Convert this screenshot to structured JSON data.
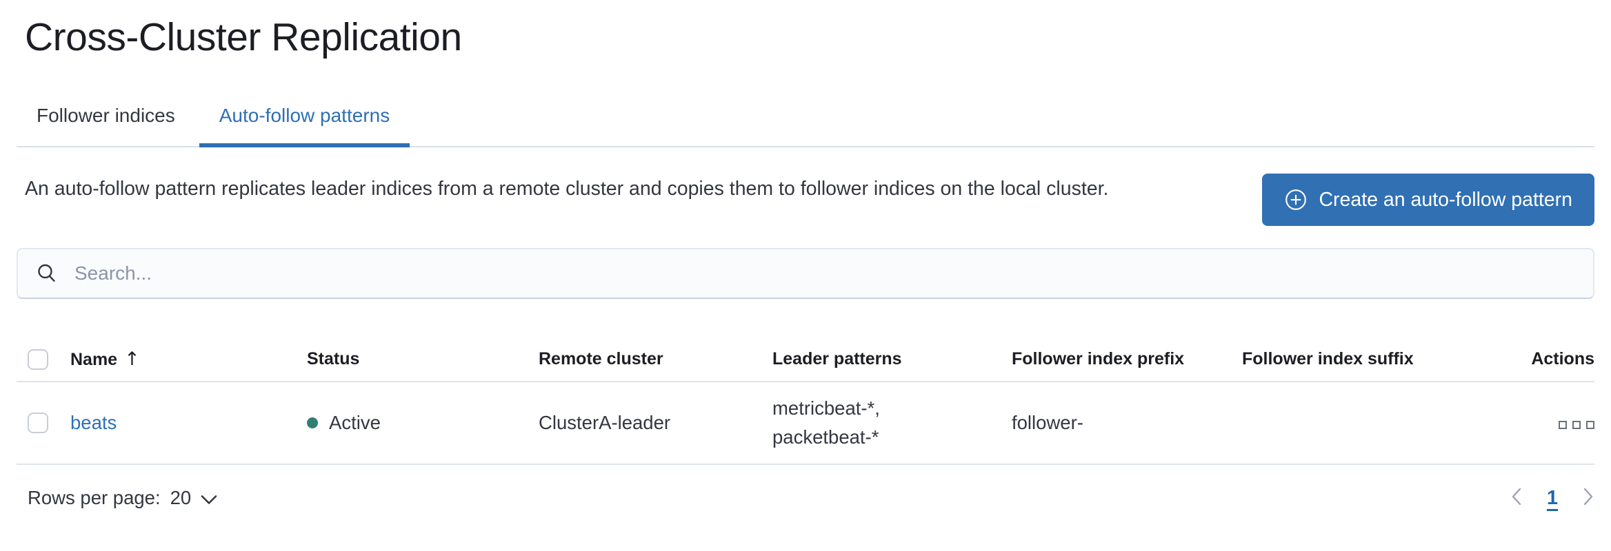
{
  "page": {
    "title": "Cross-Cluster Replication"
  },
  "tabs": [
    {
      "label": "Follower indices",
      "active": false
    },
    {
      "label": "Auto-follow patterns",
      "active": true
    }
  ],
  "description": "An auto-follow pattern replicates leader indices from a remote cluster and copies them to follower indices on the local cluster.",
  "create_button": {
    "label": "Create an auto-follow pattern",
    "icon": "plus-in-circle-icon"
  },
  "search": {
    "placeholder": "Search...",
    "icon": "search-icon"
  },
  "table": {
    "columns": [
      "Name",
      "Status",
      "Remote cluster",
      "Leader patterns",
      "Follower index prefix",
      "Follower index suffix",
      "Actions"
    ],
    "sort": {
      "column": "Name",
      "direction": "ascending",
      "arrow": "↑"
    },
    "rows": [
      {
        "name": "beats",
        "status": "Active",
        "remote_cluster": "ClusterA-leader",
        "leader_patterns": [
          "metricbeat-*,",
          "packetbeat-*"
        ],
        "follower_index_prefix": "follower-",
        "follower_index_suffix": "",
        "actions_icon": "boxes-horizontal-icon"
      }
    ]
  },
  "footer": {
    "rows_per_page_label": "Rows per page:",
    "rows_per_page_value": "20",
    "pagination": {
      "prev_icon": "chevron-left-icon",
      "current_page": "1",
      "next_icon": "chevron-right-icon"
    }
  },
  "colors": {
    "accent": "#2e6fb4",
    "button_fill": "#3070b3",
    "link": "#2e70b8",
    "status_active_dot": "#317f72",
    "border": "#dfe3ed"
  }
}
